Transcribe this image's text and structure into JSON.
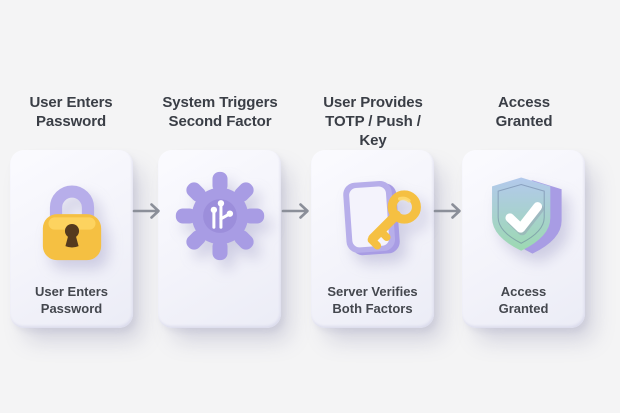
{
  "steps": [
    {
      "title_lines": [
        "User Enters",
        "Password"
      ],
      "card_label_lines": [
        "User Enters",
        "Password"
      ],
      "icon": "padlock-icon"
    },
    {
      "title_lines": [
        "System Triggers",
        "Second Factor"
      ],
      "card_label_lines": [],
      "icon": "gear-circuit-icon"
    },
    {
      "title_lines": [
        "User Provides",
        "TOTP / Push /",
        "Key"
      ],
      "card_label_lines": [
        "Server Verifies",
        "Both Factors"
      ],
      "icon": "phone-key-icon"
    },
    {
      "title_lines": [
        "Access",
        "Granted"
      ],
      "card_label_lines": [
        "Access",
        "Granted"
      ],
      "icon": "shield-check-icon"
    }
  ],
  "colors": {
    "background": "#f4f4f5",
    "card": "#f3f3fa",
    "title_text": "#3a3e46",
    "label_text": "#44474e",
    "arrow": "#8b8f99",
    "lavender": "#a89ce4",
    "lavender_light": "#b7aeea",
    "lavender_deep": "#9c8edb",
    "yellow": "#f5c042",
    "keyhole_brown": "#553a1e",
    "shield_blue": "#b3c9ec",
    "shield_green": "#9cd9b1"
  }
}
